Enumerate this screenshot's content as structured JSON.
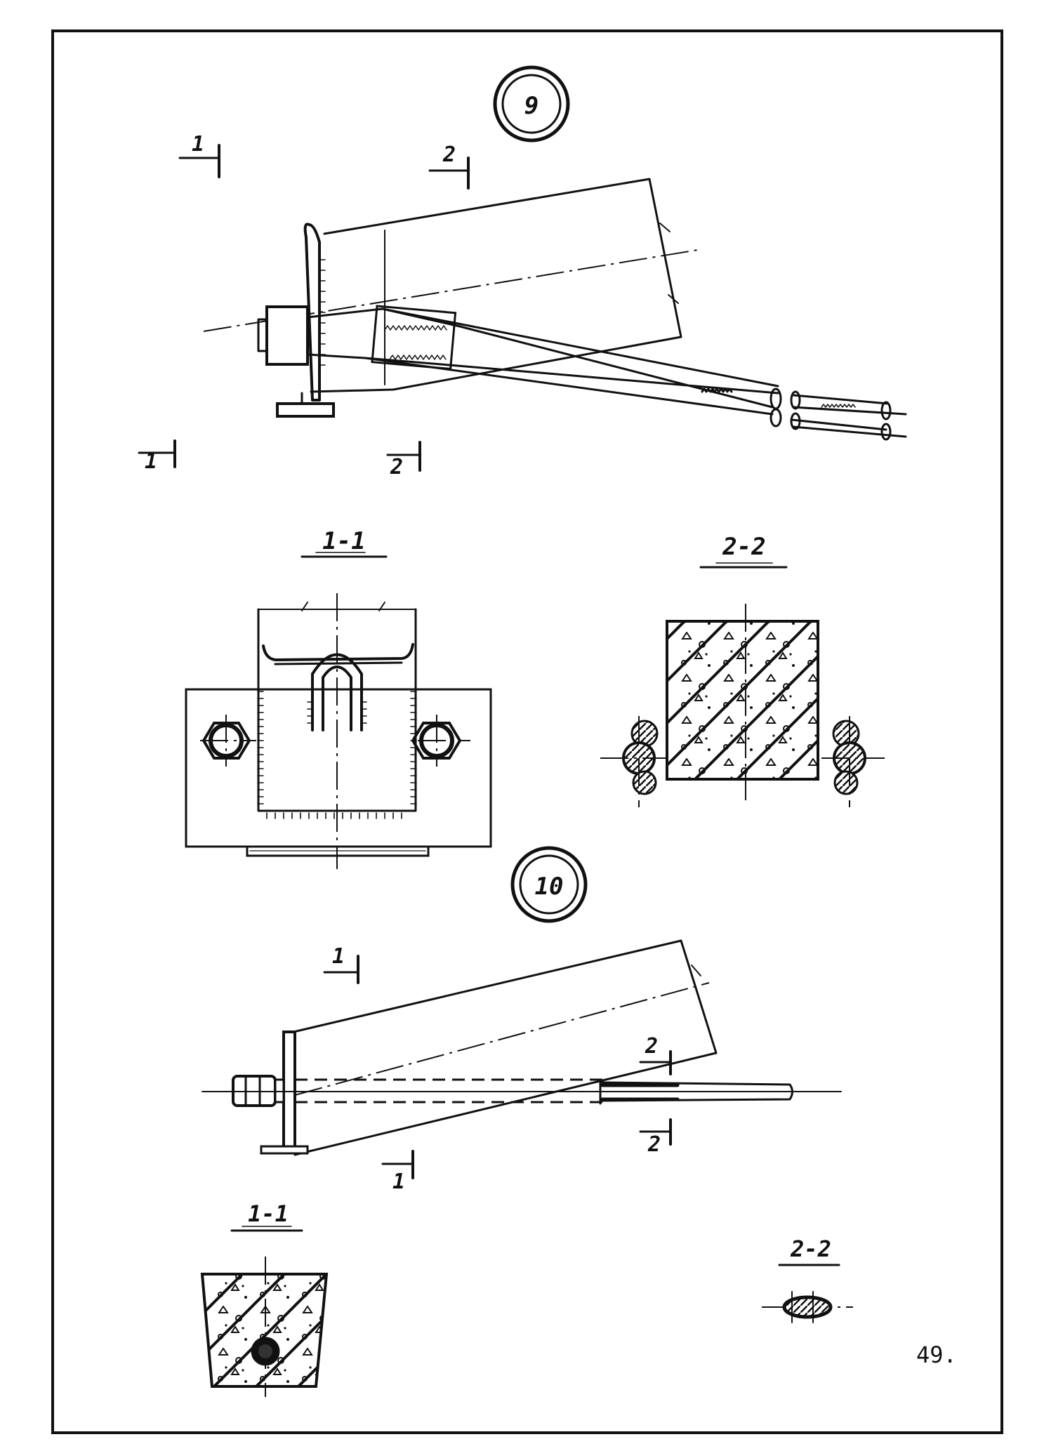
{
  "detail_9": {
    "number": "9",
    "section_marks": [
      "1",
      "2",
      "1",
      "2"
    ],
    "sections": [
      {
        "title": "1-1"
      },
      {
        "title": "2-2"
      }
    ]
  },
  "detail_10": {
    "number": "10",
    "section_marks": [
      "1",
      "2",
      "1",
      "2"
    ],
    "sections": [
      {
        "title": "1-1"
      },
      {
        "title": "2-2"
      }
    ]
  },
  "page_number": "49."
}
